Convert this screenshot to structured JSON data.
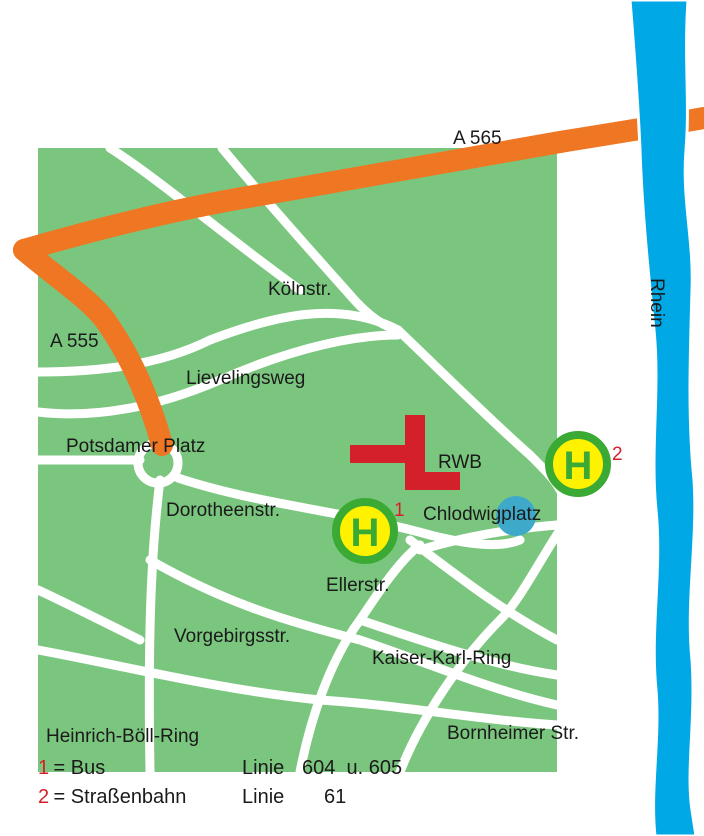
{
  "map": {
    "highways": [
      {
        "id": "a565",
        "label": "A 565"
      },
      {
        "id": "a555",
        "label": "A 555"
      }
    ],
    "river": {
      "label": "Rhein"
    },
    "streets": [
      {
        "id": "koelnstr",
        "label": "Kölnstr."
      },
      {
        "id": "lievelingsweg",
        "label": "Lievelingsweg"
      },
      {
        "id": "potsdamer-platz",
        "label": "Potsdamer Platz"
      },
      {
        "id": "dorotheenstr",
        "label": "Dorotheenstr."
      },
      {
        "id": "ellerstr",
        "label": "Ellerstr."
      },
      {
        "id": "chlodwigplatz",
        "label": "Chlodwigplatz"
      },
      {
        "id": "vorgebirgsstr",
        "label": "Vorgebirgsstr."
      },
      {
        "id": "kaiser-karl-ring",
        "label": "Kaiser-Karl-Ring"
      },
      {
        "id": "heinrich-boell-ring",
        "label": "Heinrich-Böll-Ring"
      },
      {
        "id": "bornheimer-str",
        "label": "Bornheimer Str."
      }
    ],
    "destination": {
      "label": "RWB"
    },
    "stops": [
      {
        "id": "stop-1",
        "symbol": "H",
        "number": "1"
      },
      {
        "id": "stop-2",
        "symbol": "H",
        "number": "2"
      }
    ],
    "colors": {
      "park": "#7bc67e",
      "road": "#ffffff",
      "highway": "#ef7622",
      "river": "#00a9e6",
      "destination": "#d4202a",
      "stop_ring": "#3aaa35",
      "stop_fill": "#fff200",
      "plaza": "#3fa9c9"
    }
  },
  "legend": [
    {
      "num": "1",
      "eq": " = Bus",
      "linie": "Linie",
      "lines": "604  u. 605"
    },
    {
      "num": "2",
      "eq": " = Straßenbahn",
      "linie": "Linie",
      "lines": "61"
    }
  ]
}
